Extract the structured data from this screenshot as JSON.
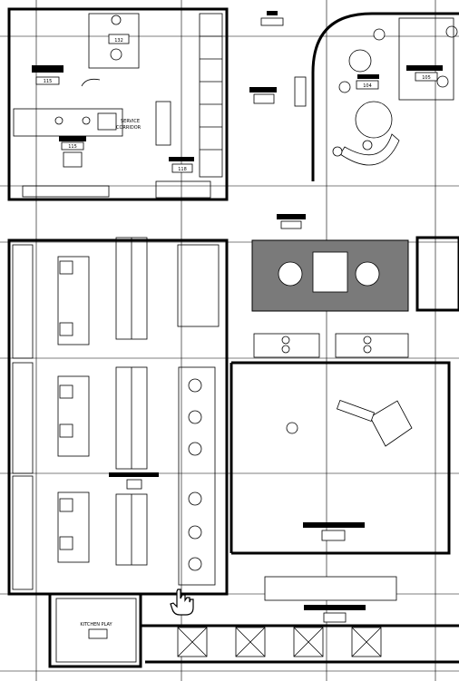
{
  "labels": {
    "room_115_top": "115",
    "room_115_mid": "115",
    "room_132": "132",
    "room_118": "118",
    "room_104": "104",
    "room_105": "105",
    "service_corridor_line1": "SERVICE",
    "service_corridor_line2": "CORRIDOR",
    "kitchen_play": "KITCHEN PLAY"
  },
  "icons": {
    "cursor": "hand-pointer-icon"
  }
}
